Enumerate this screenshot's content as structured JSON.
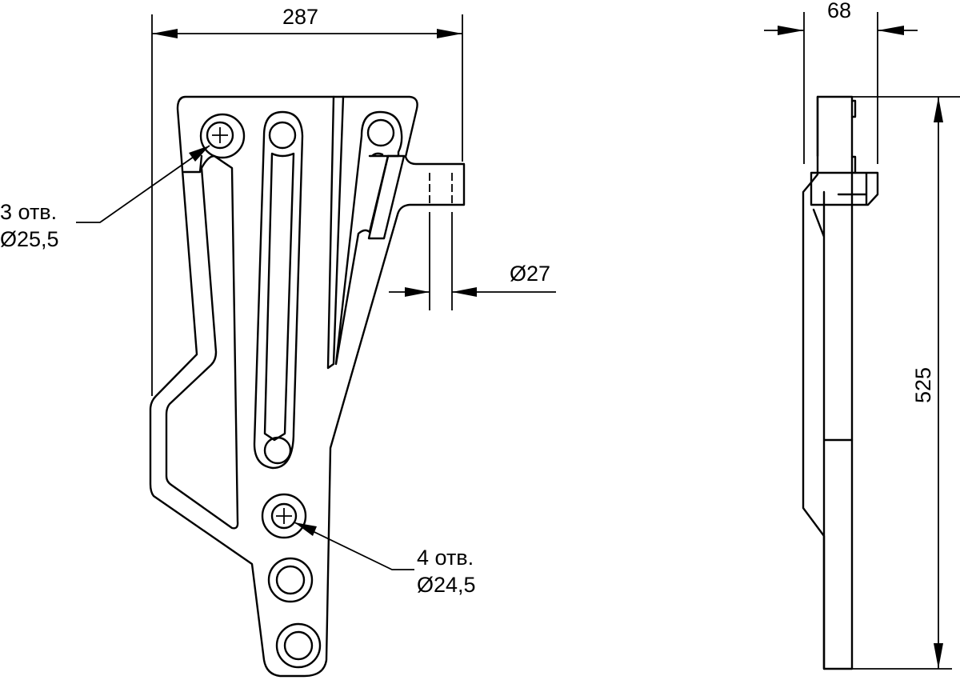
{
  "front_view": {
    "width_dim": "287",
    "pin_dim": "Ø27",
    "top_holes": {
      "count": "3 отв.",
      "diameter": "Ø25,5"
    },
    "bottom_holes": {
      "count": "4 отв.",
      "diameter": "Ø24,5"
    }
  },
  "side_view": {
    "thickness_dim": "68",
    "height_dim": "525"
  }
}
